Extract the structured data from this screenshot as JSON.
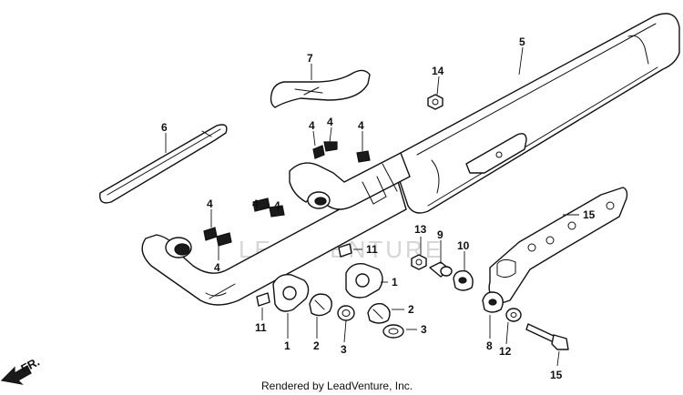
{
  "diagram": {
    "watermark": "LEADVENTURE",
    "footer": "Rendered by LeadVenture, Inc.",
    "direction_label": "FR.",
    "callouts": [
      "1",
      "2",
      "3",
      "4",
      "5",
      "6",
      "7",
      "8",
      "9",
      "10",
      "11",
      "12",
      "13",
      "14",
      "15"
    ]
  }
}
